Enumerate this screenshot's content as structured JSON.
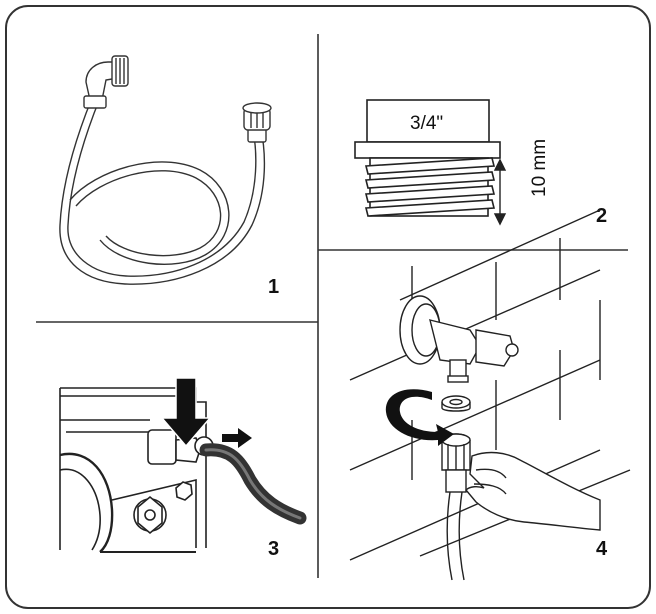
{
  "panels": [
    {
      "step": "1"
    },
    {
      "step": "2",
      "thread_size": "3/4\"",
      "thread_length": "10 mm"
    },
    {
      "step": "3"
    },
    {
      "step": "4"
    }
  ],
  "colors": {
    "line": "#222222",
    "frame": "#333333",
    "hose_dark": "#3a3a3a",
    "background": "#ffffff"
  }
}
